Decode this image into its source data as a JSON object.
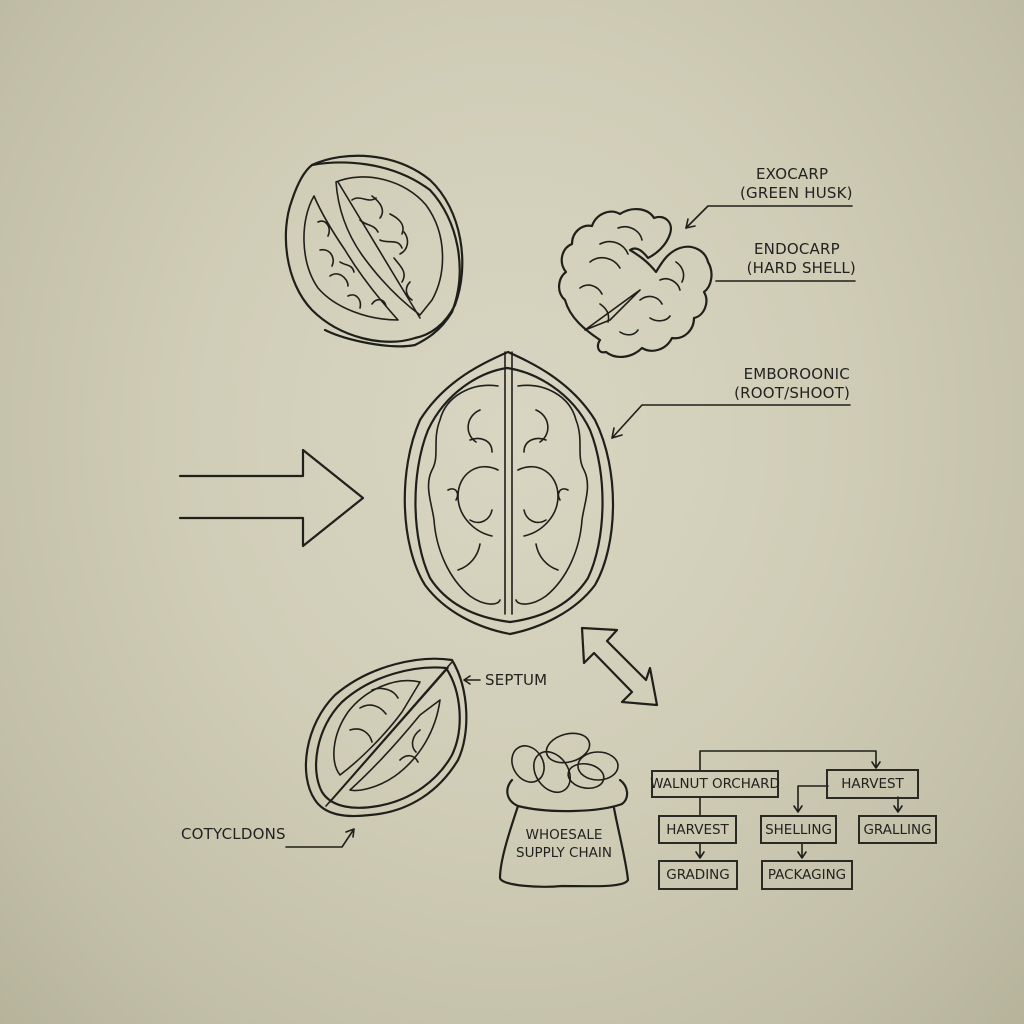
{
  "diagram": {
    "type": "walnut anatomy and supply chain illustration",
    "colors": {
      "background_center": "#d8d6c2",
      "background_edge": "#b6b39b",
      "ink": "#1f1f1b"
    },
    "anatomy_labels": {
      "exocarp": {
        "line1": "EXOCARP",
        "line2": "(GREEN HUSK)"
      },
      "endocarp": {
        "line1": "ENDOCARP",
        "line2": "(HARD SHELL)"
      },
      "embryonic": {
        "line1": "EMBOROONIC",
        "line2": "(ROOT/SHOOT)"
      },
      "septum": "SEPTUM",
      "cotyledons": "COTYCLDONS"
    },
    "bag": {
      "line1": "WHOESALE",
      "line2": "SUPPLY CHAIN"
    },
    "flowchart": {
      "nodes": [
        {
          "id": "walnut_orchard",
          "label": "WALNUT ORCHARD"
        },
        {
          "id": "harvest_top",
          "label": "HARVEST"
        },
        {
          "id": "harvest_left",
          "label": "HARVEST"
        },
        {
          "id": "shelling",
          "label": "SHELLING"
        },
        {
          "id": "gralling",
          "label": "GRALLING"
        },
        {
          "id": "grading",
          "label": "GRADING"
        },
        {
          "id": "packaging",
          "label": "PACKAGING"
        }
      ],
      "edges": [
        [
          "walnut_orchard",
          "harvest_top"
        ],
        [
          "walnut_orchard",
          "harvest_left"
        ],
        [
          "harvest_left",
          "grading"
        ],
        [
          "harvest_top",
          "shelling"
        ],
        [
          "harvest_top",
          "gralling"
        ],
        [
          "shelling",
          "packaging"
        ]
      ]
    },
    "icons": [
      "walnut-half-icon",
      "walnut-kernel-icon",
      "walnut-cross-section-icon",
      "walnut-split-icon",
      "right-arrow-icon",
      "double-arrow-icon",
      "nut-sack-icon"
    ]
  }
}
